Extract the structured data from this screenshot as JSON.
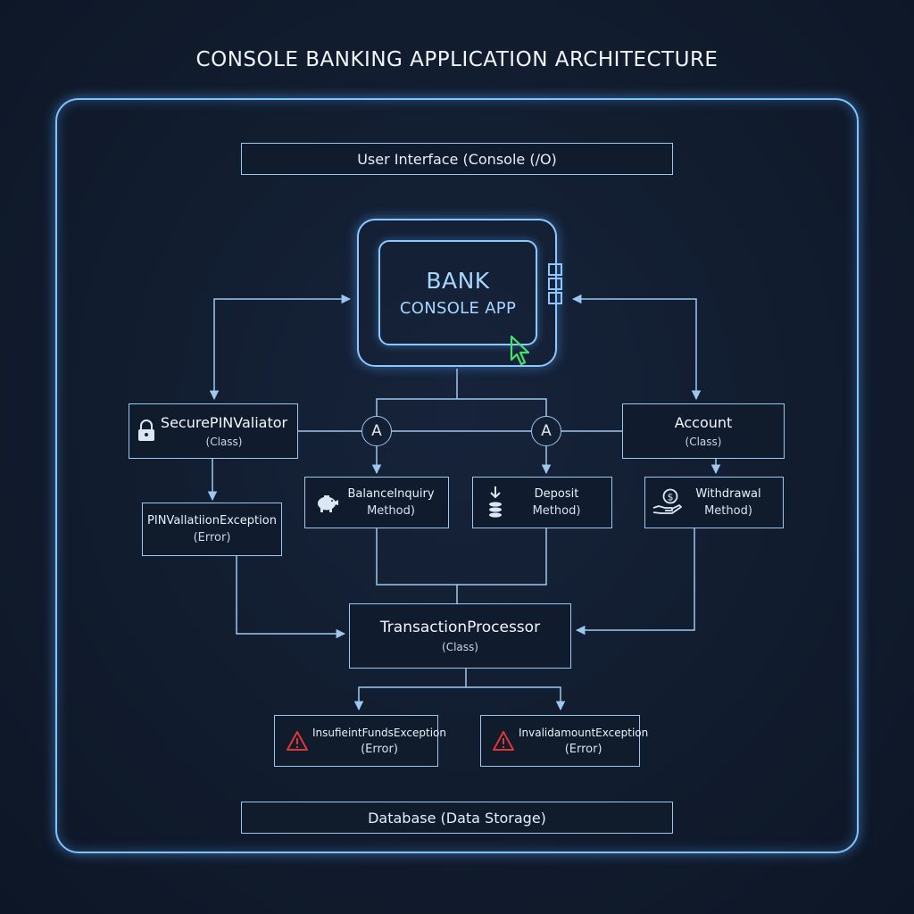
{
  "title": "CONSOLE BANKING APPLICATION ARCHITECTURE",
  "ui_layer": "User Interface (Console (/O)",
  "console": {
    "line1": "BANK",
    "line2": "CONSOLE APP"
  },
  "connectors": {
    "left": "A",
    "right": "A"
  },
  "pin_validator": {
    "name": "SecurePINValiator",
    "kind": "(Class)"
  },
  "account": {
    "name": "Account",
    "kind": "(Class)"
  },
  "pin_exception": {
    "line1": "PINVallatiionException",
    "line2": "(Error)"
  },
  "balance": {
    "line1": "BalanceInquiry",
    "line2": "Method)"
  },
  "deposit": {
    "line1": "Deposit",
    "line2": "Method)"
  },
  "withdrawal": {
    "line1": "Withdrawal",
    "line2": "Method)"
  },
  "processor": {
    "name": "TransactionProcessor",
    "kind": "(Class)"
  },
  "insufficient": {
    "line1": "InsufieintFundsException",
    "line2": "(Error)"
  },
  "invalid": {
    "line1": "InvalidamountException",
    "line2": "(Error)"
  },
  "data_layer": "Database (Data Storage)",
  "colors": {
    "accent": "#8cc8ff",
    "line": "#9dc7ef",
    "cursor": "#47e06a",
    "warning": "#e0353a"
  }
}
